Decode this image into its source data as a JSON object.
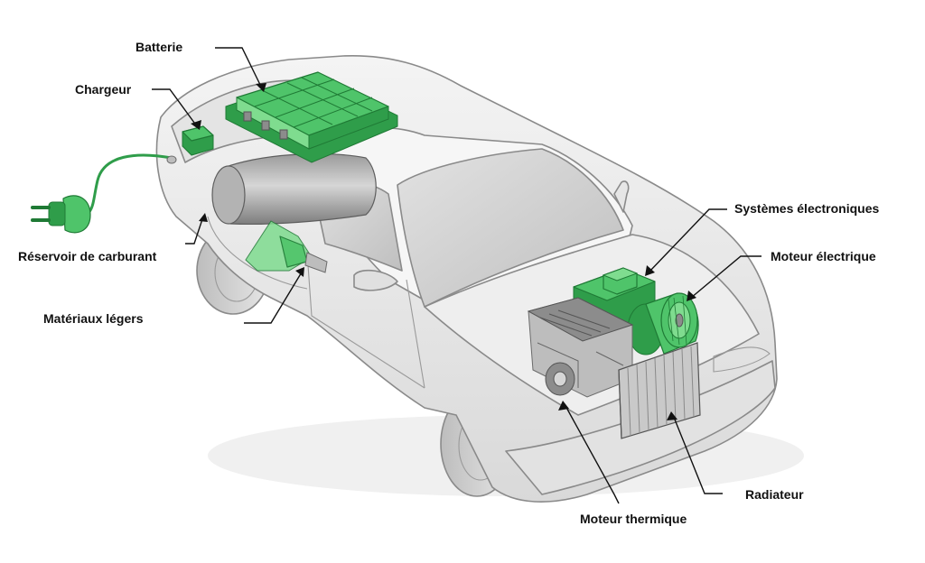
{
  "labels": {
    "batterie": "Batterie",
    "chargeur": "Chargeur",
    "reservoir": "Réservoir de carburant",
    "materiaux": "Matériaux légers",
    "systemes": "Systèmes électroniques",
    "moteur_electrique": "Moteur électrique",
    "radiateur": "Radiateur",
    "moteur_thermique": "Moteur thermique"
  },
  "colors": {
    "component_green": "#4fc46a",
    "car_body": "#e9e9e9",
    "label_text": "#111111"
  }
}
